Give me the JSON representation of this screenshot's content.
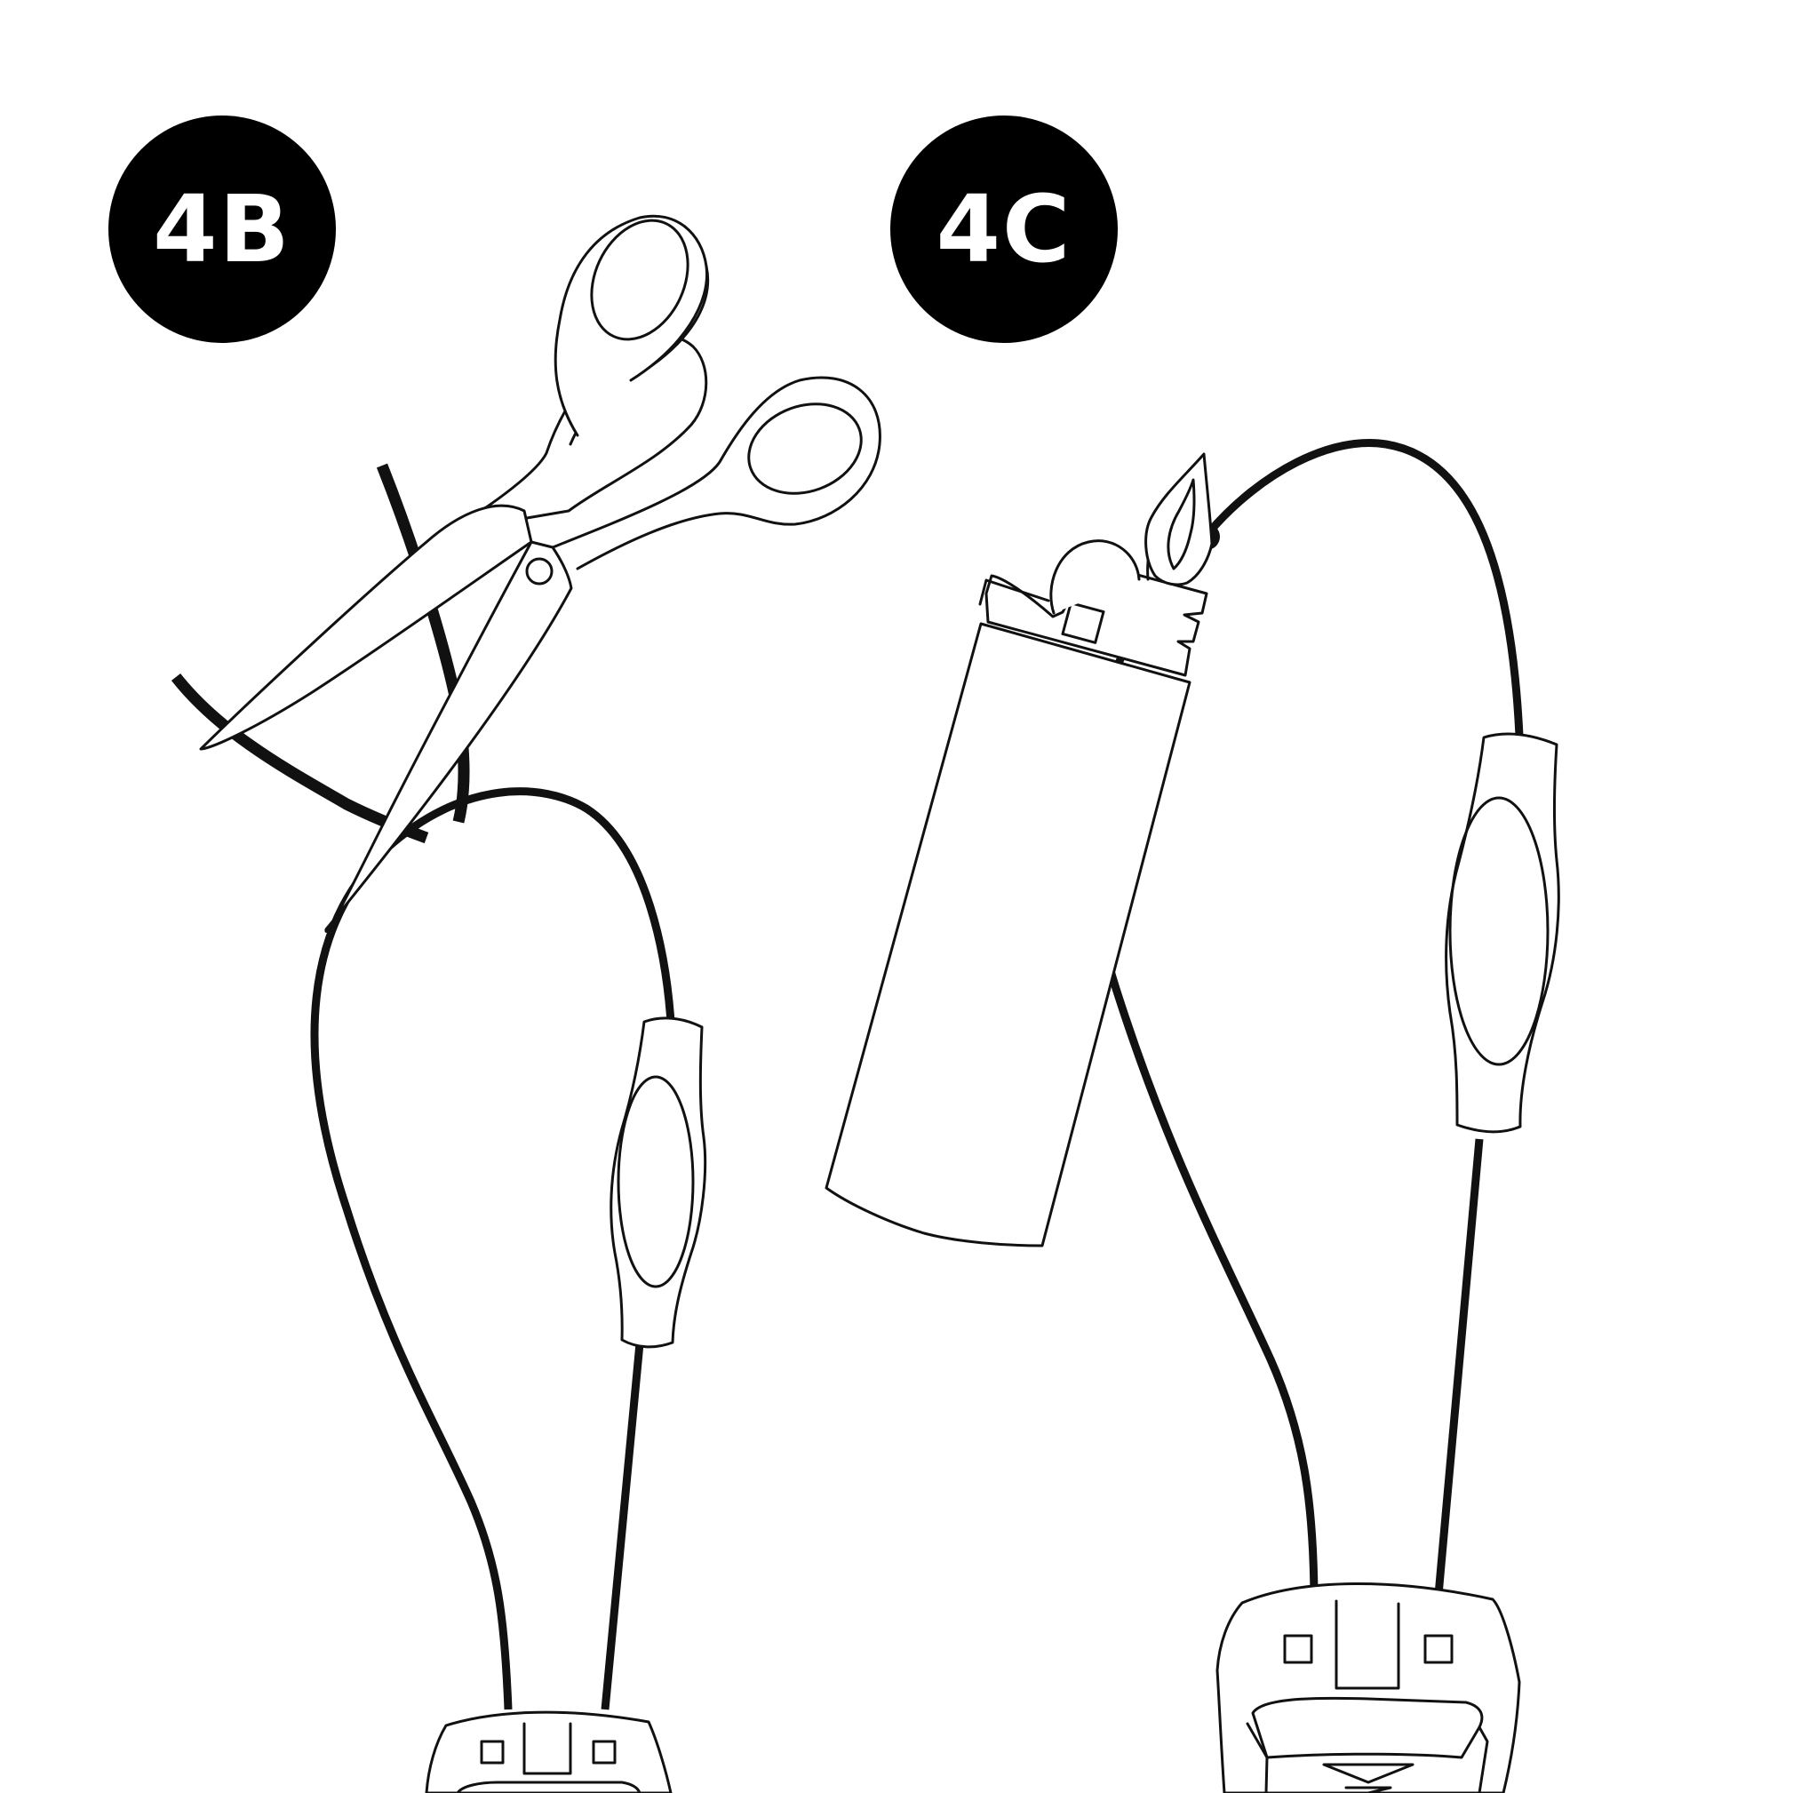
{
  "steps": [
    {
      "id": "4B",
      "label": "4B",
      "tool": "scissors-icon"
    },
    {
      "id": "4C",
      "label": "4C",
      "tool": "lighter-icon"
    }
  ],
  "colors": {
    "ink": "#111111",
    "badge_fill": "#000000",
    "badge_text": "#ffffff",
    "background": "#ffffff"
  }
}
